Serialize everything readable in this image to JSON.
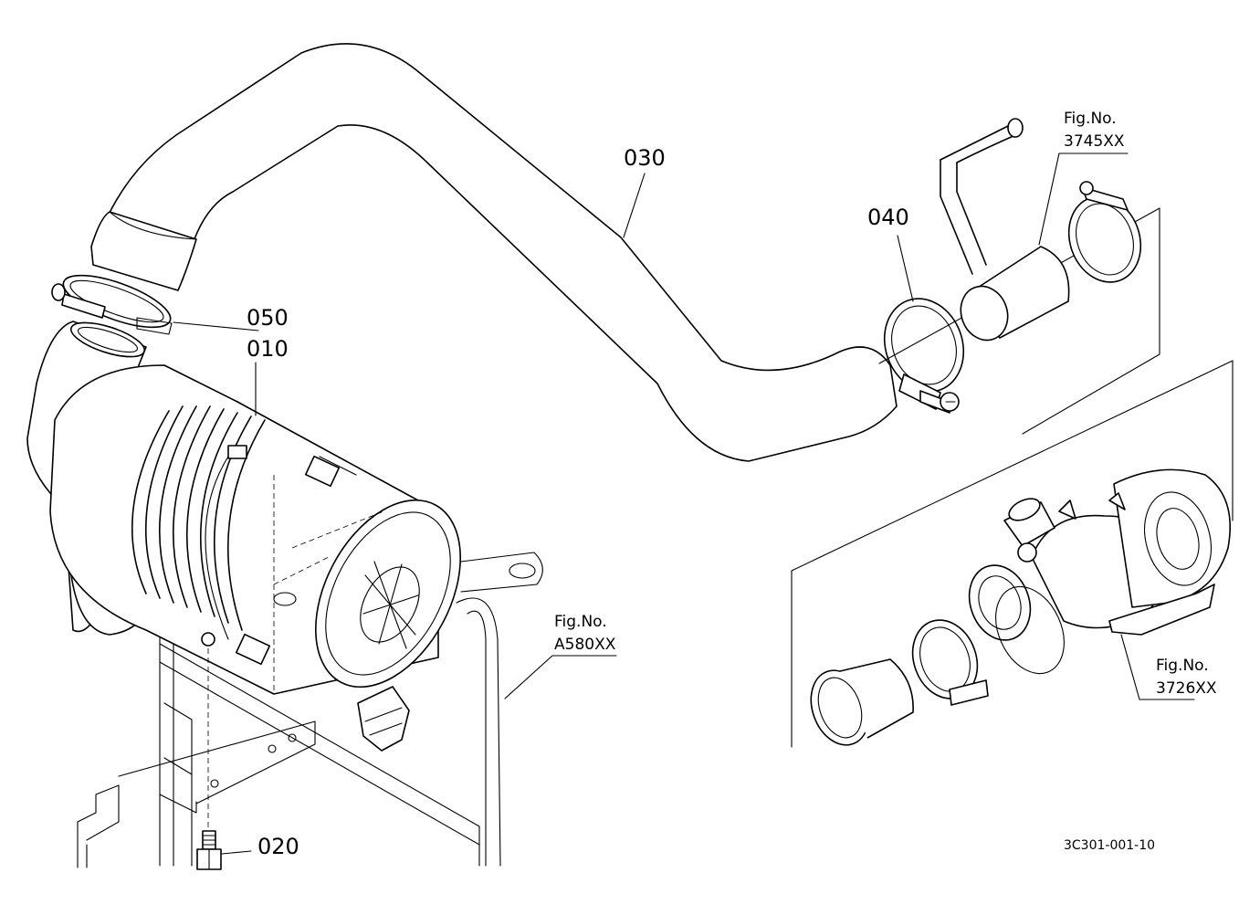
{
  "parts": [
    {
      "id": "part-010",
      "label": "010"
    },
    {
      "id": "part-020",
      "label": "020"
    },
    {
      "id": "part-030",
      "label": "030"
    },
    {
      "id": "part-040",
      "label": "040"
    },
    {
      "id": "part-050",
      "label": "050"
    }
  ],
  "references": [
    {
      "line1": "Fig.No.",
      "line2": "3745XX"
    },
    {
      "line1": "Fig.No.",
      "line2": "A580XX"
    },
    {
      "line1": "Fig.No.",
      "line2": "3726XX"
    }
  ],
  "drawing_code": "3C301-001-10"
}
